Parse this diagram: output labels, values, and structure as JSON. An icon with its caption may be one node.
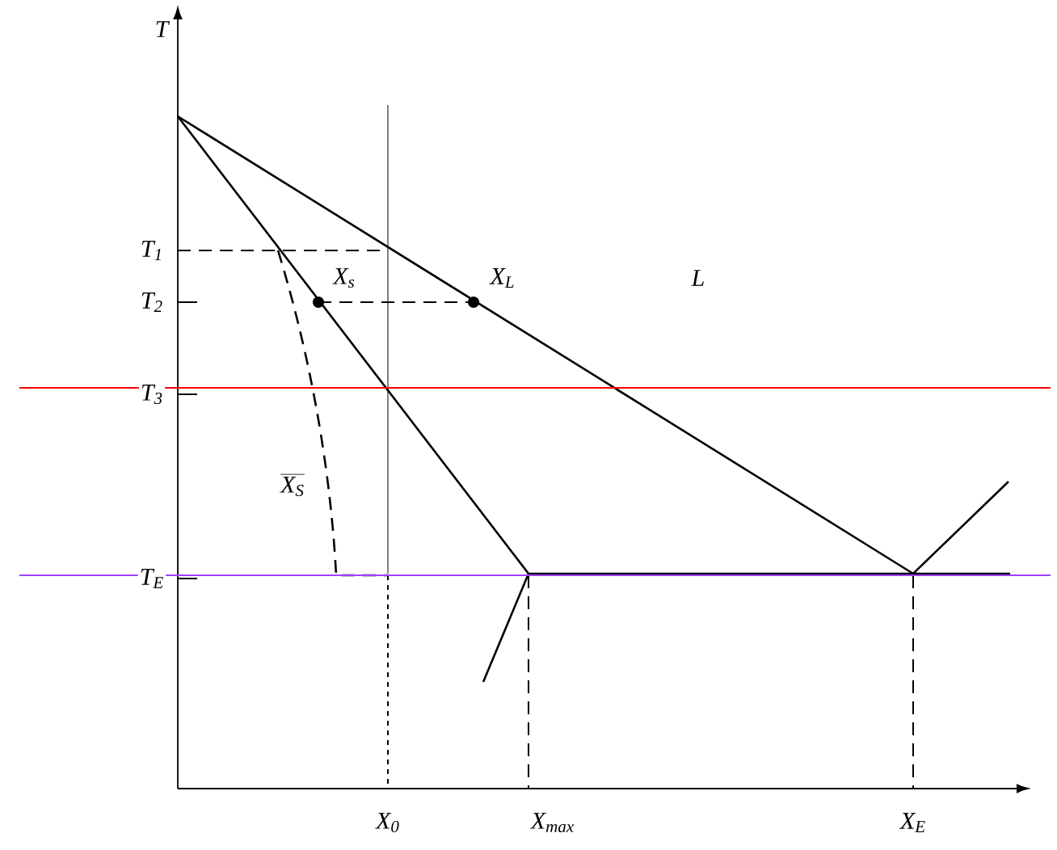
{
  "diagram": {
    "labels": [
      "T",
      "T$_{1}$",
      "T$_{2}$",
      "X$_{s}$",
      "X$_{L}$",
      "L",
      "T$_{3}$",
      "X$_{S}$",
      "T$_{E}$",
      "X$_{0}$",
      "X$_{max}$",
      "X$_{E}$"
    ]
  }
}
